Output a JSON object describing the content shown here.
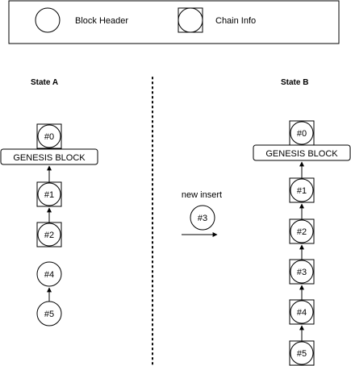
{
  "legend": {
    "block_header_label": "Block Header",
    "chain_info_label": "Chain Info"
  },
  "state_a": {
    "title": "State A",
    "genesis_label": "GENESIS BLOCK",
    "blocks": [
      "#0",
      "#1",
      "#2",
      "#4",
      "#5"
    ]
  },
  "state_b": {
    "title": "State B",
    "genesis_label": "GENESIS BLOCK",
    "blocks": [
      "#0",
      "#1",
      "#2",
      "#3",
      "#4",
      "#5"
    ]
  },
  "insert": {
    "label": "new insert",
    "block": "#3"
  }
}
